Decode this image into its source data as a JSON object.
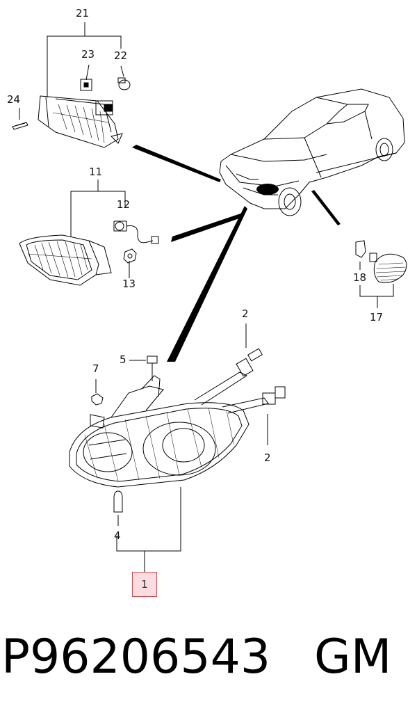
{
  "callouts": [
    {
      "id": "1",
      "highlighted": true
    },
    {
      "id": "2"
    },
    {
      "id": "2"
    },
    {
      "id": "4"
    },
    {
      "id": "5"
    },
    {
      "id": "7"
    },
    {
      "id": "11"
    },
    {
      "id": "12"
    },
    {
      "id": "13"
    },
    {
      "id": "17"
    },
    {
      "id": "18"
    },
    {
      "id": "21"
    },
    {
      "id": "22"
    },
    {
      "id": "23"
    },
    {
      "id": "24"
    }
  ],
  "footer": {
    "part_number": "P96206543",
    "brand": "GM"
  },
  "colors": {
    "line": "#000000",
    "highlight_border": "#d24a55",
    "highlight_fill": "#fbdcdf"
  }
}
